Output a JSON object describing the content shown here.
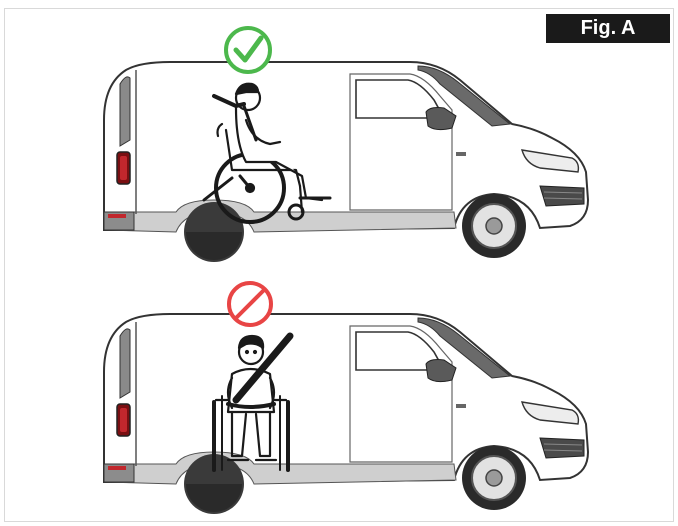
{
  "figure": {
    "label": "Fig. A"
  },
  "panels": [
    {
      "id": "correct",
      "status_icon": "checkmark-circle-icon",
      "status_color": "#4cb84c",
      "occupant": "wheelchair-side-facing-forward"
    },
    {
      "id": "incorrect",
      "status_icon": "prohibited-circle-icon",
      "status_color": "#e84545",
      "occupant": "wheelchair-facing-sideways"
    }
  ]
}
